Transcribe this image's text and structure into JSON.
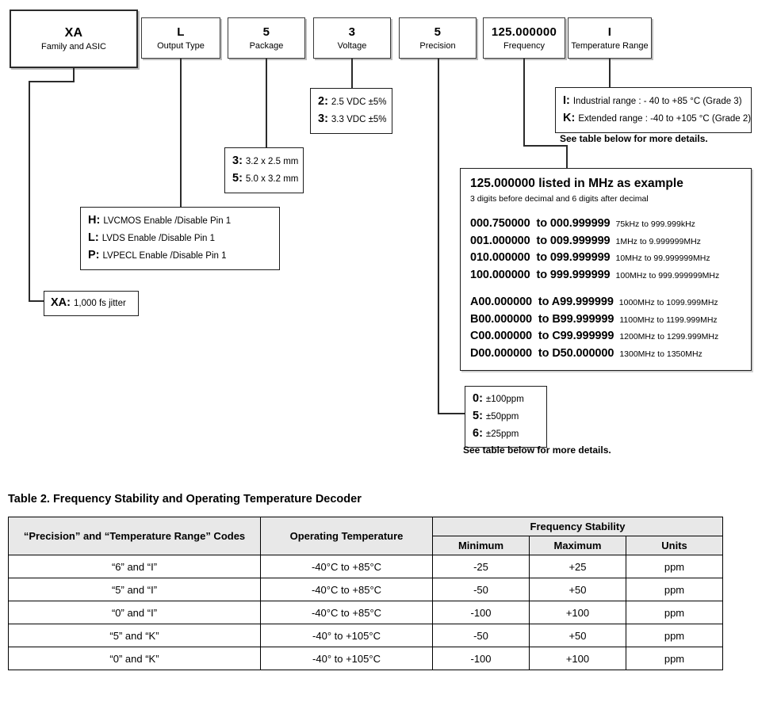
{
  "part_number_fields": [
    {
      "code": "XA",
      "label": "Family and ASIC",
      "primary": true
    },
    {
      "code": "L",
      "label": "Output Type",
      "primary": false
    },
    {
      "code": "5",
      "label": "Package",
      "primary": false
    },
    {
      "code": "3",
      "label": "Voltage",
      "primary": false
    },
    {
      "code": "5",
      "label": "Precision",
      "primary": false
    },
    {
      "code": "125.000000",
      "label": "Frequency",
      "primary": false
    },
    {
      "code": "I",
      "label": "Temperature Range",
      "primary": false
    }
  ],
  "family_callout": {
    "rows": [
      {
        "key": "XA:",
        "value": "1,000 fs jitter"
      }
    ]
  },
  "output_type_callout": {
    "rows": [
      {
        "key": "H:",
        "value": "LVCMOS Enable /Disable Pin 1"
      },
      {
        "key": "L:",
        "value": "LVDS Enable /Disable Pin 1"
      },
      {
        "key": "P:",
        "value": "LVPECL Enable /Disable Pin 1"
      }
    ]
  },
  "package_callout": {
    "rows": [
      {
        "key": "3:",
        "value": "3.2 x 2.5 mm"
      },
      {
        "key": "5:",
        "value": "5.0 x 3.2 mm"
      }
    ]
  },
  "voltage_callout": {
    "rows": [
      {
        "key": "2:",
        "value": "2.5 VDC ±5%"
      },
      {
        "key": "3:",
        "value": "3.3 VDC ±5%"
      }
    ]
  },
  "precision_callout": {
    "rows": [
      {
        "key": "0:",
        "value": "±100ppm"
      },
      {
        "key": "5:",
        "value": "±50ppm"
      },
      {
        "key": "6:",
        "value": "±25ppm"
      }
    ],
    "caption": "See table below for more details."
  },
  "temperature_callout": {
    "rows": [
      {
        "key": "I:",
        "value": "Industrial range : - 40 to +85 °C (Grade 3)"
      },
      {
        "key": "K:",
        "value": "Extended range  : -40 to +105 °C (Grade 2)"
      }
    ],
    "caption": "See table below for more details."
  },
  "frequency_decoder": {
    "title": "125.000000  listed in MHz as example",
    "subtitle": "3 digits before decimal and    6 digits after decimal",
    "groups": [
      {
        "rows": [
          {
            "from": "000.750000",
            "to": "000.999999",
            "equivalent": "75kHz to 999.999kHz"
          },
          {
            "from": "001.000000",
            "to": "009.999999",
            "equivalent": "1MHz to 9.999999MHz"
          },
          {
            "from": "010.000000",
            "to": "099.999999",
            "equivalent": "10MHz to 99.999999MHz"
          },
          {
            "from": "100.000000",
            "to": "999.999999",
            "equivalent": "100MHz to 999.999999MHz"
          }
        ]
      },
      {
        "rows": [
          {
            "from": "A00.000000",
            "to": "A99.999999",
            "equivalent": "1000MHz to 1099.999MHz"
          },
          {
            "from": "B00.000000",
            "to": "B99.999999",
            "equivalent": "1100MHz to 1199.999MHz"
          },
          {
            "from": "C00.000000",
            "to": "C99.999999",
            "equivalent": "1200MHz to 1299.999MHz"
          },
          {
            "from": "D00.000000",
            "to": "D50.000000",
            "equivalent": "1300MHz to 1350MHz"
          }
        ]
      }
    ],
    "to_word": "to"
  },
  "table2": {
    "title": "Table 2.  Frequency Stability and Operating Temperature Decoder",
    "headers": {
      "codes": "“Precision” and “Temperature Range” Codes",
      "operating_temperature": "Operating Temperature",
      "frequency_stability": "Frequency Stability",
      "minimum": "Minimum",
      "maximum": "Maximum",
      "units": "Units"
    },
    "rows": [
      {
        "codes": "“6” and “I”",
        "temp": "-40°C to +85°C",
        "min": "-25",
        "max": "+25",
        "units": "ppm"
      },
      {
        "codes": "“5” and “I”",
        "temp": "-40°C to +85°C",
        "min": "-50",
        "max": "+50",
        "units": "ppm"
      },
      {
        "codes": "“0” and “I”",
        "temp": "-40°C to +85°C",
        "min": "-100",
        "max": "+100",
        "units": "ppm"
      },
      {
        "codes": "“5” and “K”",
        "temp": "-40° to +105°C",
        "min": "-50",
        "max": "+50",
        "units": "ppm"
      },
      {
        "codes": "“0” and “K”",
        "temp": "-40° to +105°C",
        "min": "-100",
        "max": "+100",
        "units": "ppm"
      }
    ]
  }
}
